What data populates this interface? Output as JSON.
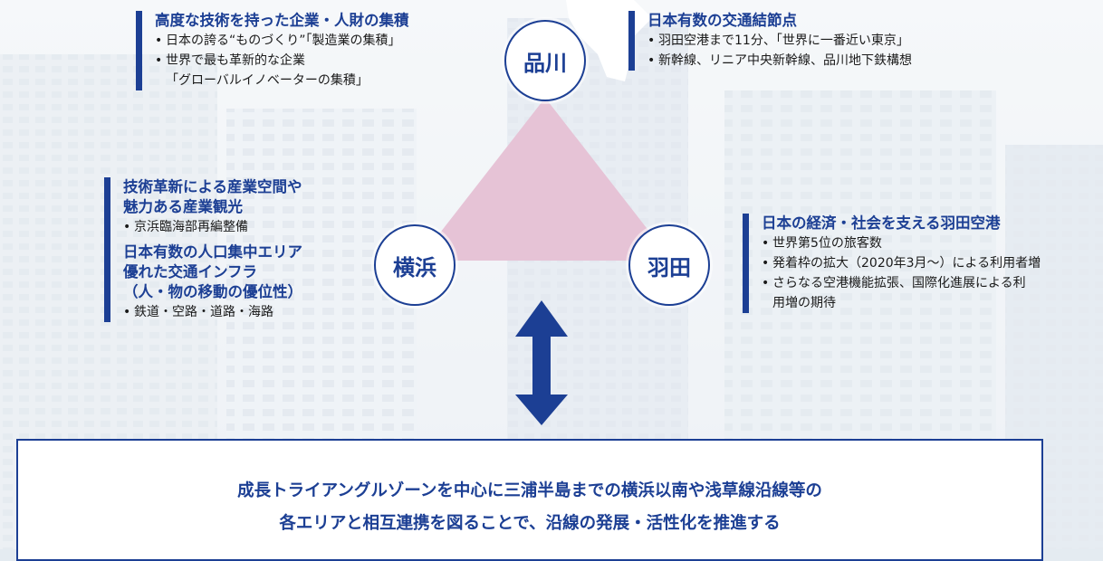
{
  "nodes": {
    "shinagawa": "品川",
    "yokohama": "横浜",
    "haneda": "羽田"
  },
  "shinagawa_text": {
    "heading": "高度な技術を持った企業・人財の集積",
    "bullet1": "日本の誇る“ものづくり”「製造業の集積」",
    "bullet2_line1": "世界で最も革新的な企業",
    "bullet2_line2": "「グローバルイノベーターの集積」"
  },
  "transport_text": {
    "heading": "日本有数の交通結節点",
    "bullet1": "羽田空港まで11分、「世界に一番近い東京」",
    "bullet2": "新幹線、リニア中央新幹線、品川地下鉄構想"
  },
  "yokohama_text": {
    "heading1_line1": "技術革新による産業空間や",
    "heading1_line2": "魅力ある産業観光",
    "bullet1": "京浜臨海部再編整備",
    "heading2_line1": "日本有数の人口集中エリア",
    "heading2_line2": "優れた交通インフラ",
    "heading2_line3": "（人・物の移動の優位性）",
    "bullet2": "鉄道・空路・道路・海路"
  },
  "haneda_text": {
    "heading": "日本の経済・社会を支える羽田空港",
    "bullet1": "世界第5位の旅客数",
    "bullet2": "発着枠の拡大（2020年3月～）による利用者増",
    "bullet3_line1": "さらなる空港機能拡張、国際化進展による利",
    "bullet3_line2": "用増の期待"
  },
  "bottom": {
    "line1": "成長トライアングルゾーンを中心に三浦半島までの横浜以南や浅草線沿線等の",
    "line2": "各エリアと相互連携を図ることで、沿線の発展・活性化を推進する"
  },
  "colors": {
    "accent": "#1c3f94",
    "triangle": "#e6c3d6",
    "background": "#e4ebf1"
  }
}
